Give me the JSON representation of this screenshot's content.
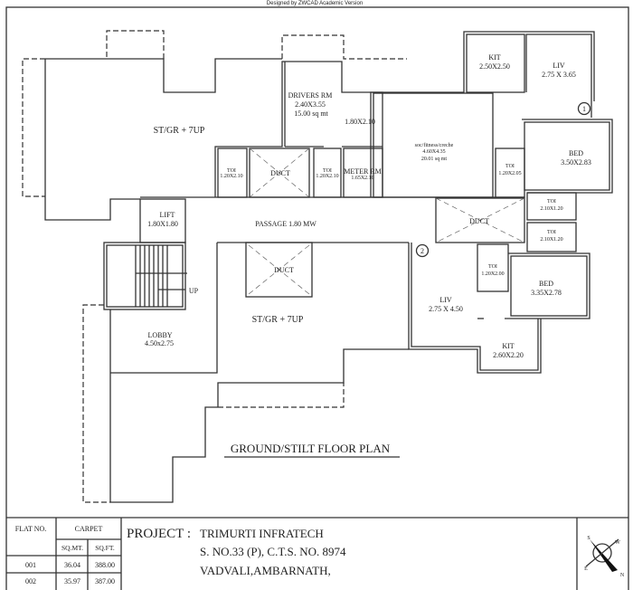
{
  "watermark": "Designed by ZWCAD Academic Version",
  "plan_title": "GROUND/STILT  FLOOR PLAN",
  "rooms": {
    "stgr_top": "ST/GR + 7UP",
    "stgr_bottom": "ST/GR + 7UP",
    "drivers_name": "DRIVERS RM",
    "drivers_size": "2.40X3.55",
    "drivers_area": "15.00 sq mt",
    "room_180x210": "1.80X2.10",
    "toi_a_name": "TOI",
    "toi_a_size": "1.20X2.10",
    "duct_a": "DUCT",
    "toi_b_name": "TOI",
    "toi_b_size": "1.20X2.10",
    "meter_name": "METER RM",
    "meter_size": "1.65X2.10",
    "soc_name": "soc/fitness/creche",
    "soc_size": "4.60X4.35",
    "soc_area": "20.01 sq mt",
    "kit1_name": "KIT",
    "kit1_size": "2.50X2.50",
    "liv1_name": "LIV",
    "liv1_size": "2.75 X 3.65",
    "flat1_marker": "1",
    "bed1_name": "BED",
    "bed1_size": "3.50X2.83",
    "toi_c_name": "TOI",
    "toi_c_size": "1.20X2.05",
    "toi_d_name": "TOI",
    "toi_d_size": "2.10X1.20",
    "toi_e_name": "TOI",
    "toi_e_size": "2.10X1.20",
    "duct_b": "DUCT",
    "lift_name": "LIFT",
    "lift_size": "1.80X1.80",
    "passage": "PASSAGE 1.80 MW",
    "flat2_marker": "2",
    "toi_f_name": "TOI",
    "toi_f_size": "1.20X2.00",
    "bed2_name": "BED",
    "bed2_size": "3.35X2.78",
    "liv2_name": "LIV",
    "liv2_size": "2.75 X 4.50",
    "kit2_name": "KIT",
    "kit2_size": "2.60X2.20",
    "duct_c": "DUCT",
    "stair_up": "UP",
    "lobby_name": "LOBBY",
    "lobby_size": "4.50x2.75"
  },
  "area_table": {
    "headers": {
      "flat_no": "FLAT NO.",
      "carpet": "CARPET",
      "sqmt": "SQ.MT.",
      "sqft": "SQ.FT."
    },
    "rows": [
      {
        "flat": "001",
        "sqmt": "36.04",
        "sqft": "388.00"
      },
      {
        "flat": "002",
        "sqmt": "35.97",
        "sqft": "387.00"
      }
    ]
  },
  "project": {
    "label": "PROJECT :",
    "line1": "TRIMURTI INFRATECH",
    "line2": "S. NO.33 (P), C.T.S. NO. 8974",
    "line3": "VADVALI,AMBARNATH,"
  },
  "compass": {
    "n": "N",
    "s": "S",
    "e": "E",
    "w": "W"
  }
}
